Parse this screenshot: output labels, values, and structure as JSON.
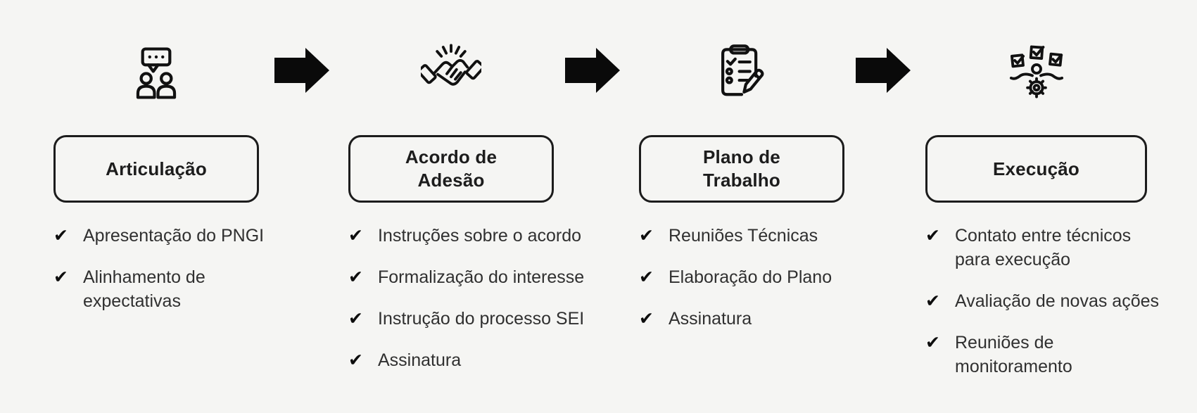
{
  "colors": {
    "background": "#f5f5f3",
    "circle_green": "#a6e7bd",
    "ink": "#1c1c1c",
    "list_text": "#303030",
    "arrow_black": "#0a0a0a"
  },
  "checkmark": "✔",
  "arrows": {
    "icon": "arrow-right-icon",
    "count": 3,
    "direction": "right"
  },
  "stages": [
    {
      "title": "Articulação",
      "icon": "conversation-people-icon",
      "items": [
        "Apresentação do PNGI",
        "Alinhamento de\nexpectativas"
      ]
    },
    {
      "title": "Acordo de\nAdesão",
      "icon": "handshake-icon",
      "items": [
        "Instruções sobre o acordo",
        "Formalização do interesse",
        "Instrução do processo SEI",
        "Assinatura"
      ]
    },
    {
      "title": "Plano de\nTrabalho",
      "icon": "checklist-pencil-icon",
      "items": [
        "Reuniões Técnicas",
        "Elaboração do Plano",
        "Assinatura"
      ]
    },
    {
      "title": "Execução",
      "icon": "person-tasks-gear-icon",
      "items": [
        "Contato entre técnicos\npara execução",
        "Avaliação de novas ações",
        "Reuniões de\nmonitoramento"
      ]
    }
  ]
}
